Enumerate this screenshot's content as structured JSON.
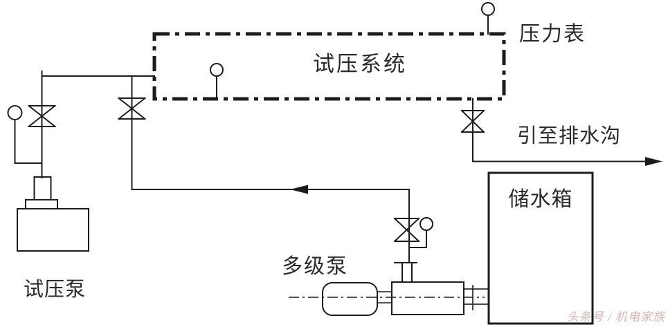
{
  "labels": {
    "system": "试压系统",
    "pressure_gauge": "压力表",
    "drain": "引至排水沟",
    "test_pump": "试压泵",
    "multistage_pump": "多级泵",
    "water_tank": "储水箱"
  },
  "watermark": "头条号 / 机电家族",
  "colors": {
    "line": "#1c1c1c",
    "text": "#2a2a2a",
    "watermark": "#d9b5b5",
    "bg": "#ffffff"
  }
}
